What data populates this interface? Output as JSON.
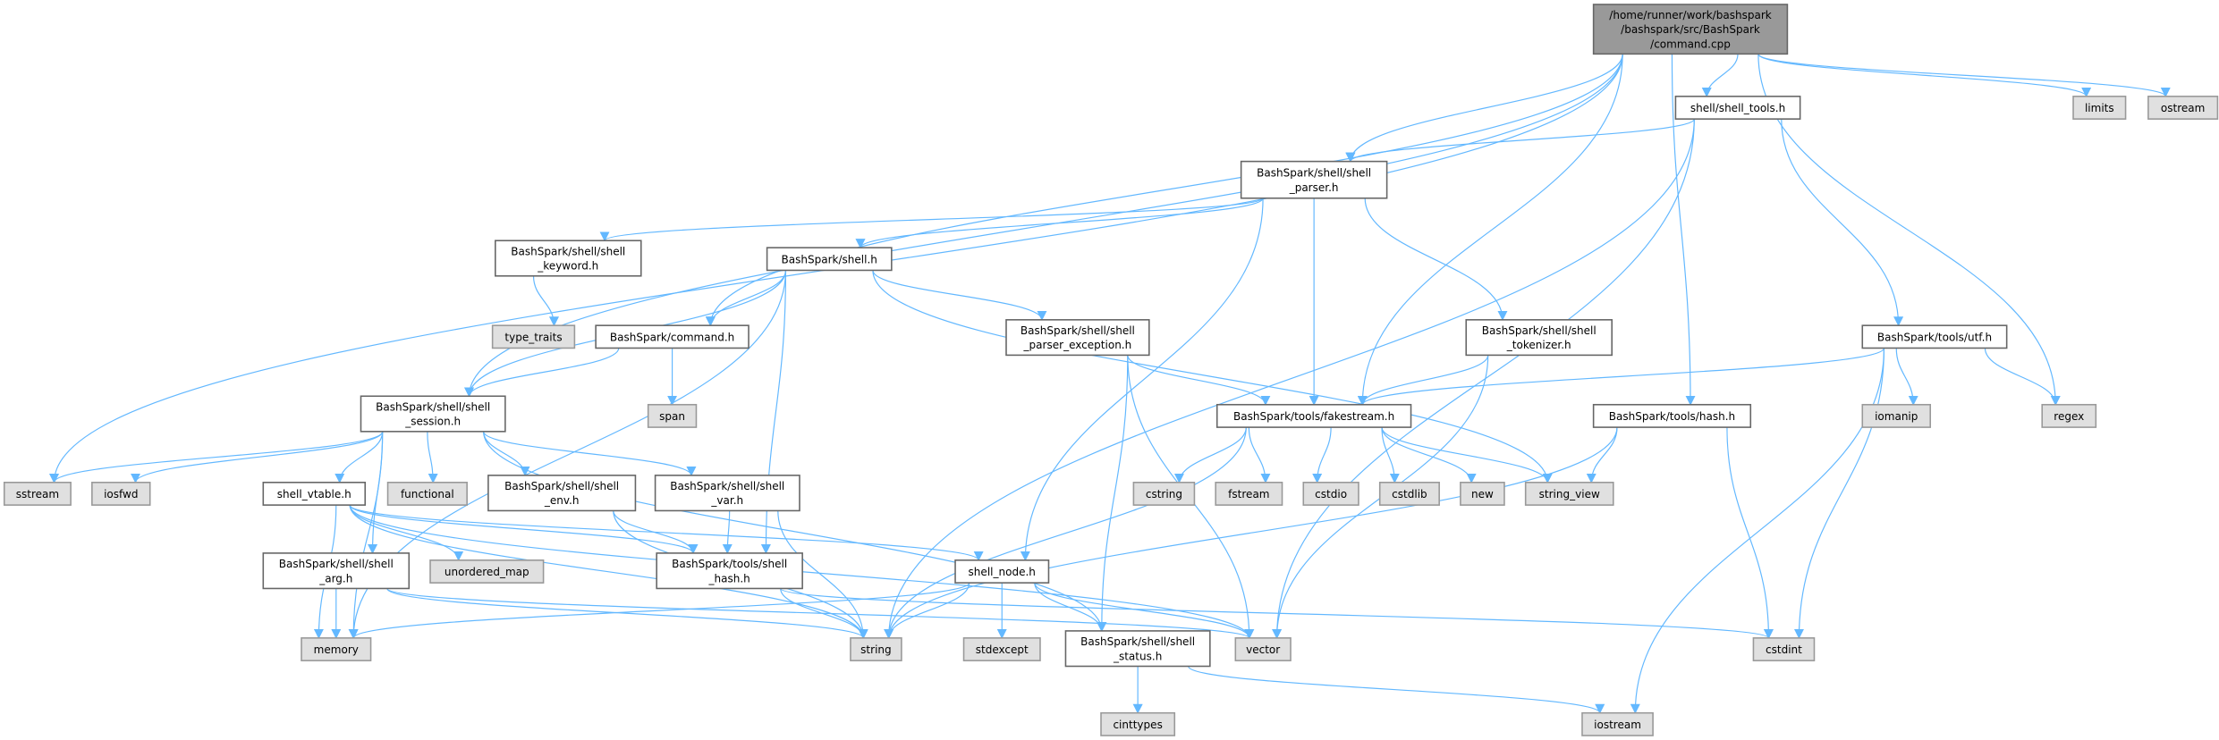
{
  "title": "Include dependency graph for command.cpp",
  "colors": {
    "edge": "#63b8ff",
    "root_fill": "#999999",
    "external_fill": "#e0e0e0",
    "internal_fill": "#ffffff"
  },
  "nodes": [
    {
      "id": "root",
      "kind": "root",
      "lines": [
        "/home/runner/work/bashspark",
        "/bashspark/src/BashSpark",
        "/command.cpp"
      ]
    },
    {
      "id": "limits",
      "kind": "external",
      "lines": [
        "limits"
      ]
    },
    {
      "id": "ostream",
      "kind": "external",
      "lines": [
        "ostream"
      ]
    },
    {
      "id": "shell_tools",
      "kind": "internal",
      "lines": [
        "shell/shell_tools.h"
      ]
    },
    {
      "id": "parser",
      "kind": "internal",
      "lines": [
        "BashSpark/shell/shell",
        "_parser.h"
      ]
    },
    {
      "id": "keyword",
      "kind": "internal",
      "lines": [
        "BashSpark/shell/shell",
        "_keyword.h"
      ]
    },
    {
      "id": "shell_h",
      "kind": "internal",
      "lines": [
        "BashSpark/shell.h"
      ]
    },
    {
      "id": "type_traits",
      "kind": "external",
      "lines": [
        "type_traits"
      ]
    },
    {
      "id": "command_h",
      "kind": "internal",
      "lines": [
        "BashSpark/command.h"
      ]
    },
    {
      "id": "parser_exc",
      "kind": "internal",
      "lines": [
        "BashSpark/shell/shell",
        "_parser_exception.h"
      ]
    },
    {
      "id": "tokenizer",
      "kind": "internal",
      "lines": [
        "BashSpark/shell/shell",
        "_tokenizer.h"
      ]
    },
    {
      "id": "utf",
      "kind": "internal",
      "lines": [
        "BashSpark/tools/utf.h"
      ]
    },
    {
      "id": "session",
      "kind": "internal",
      "lines": [
        "BashSpark/shell/shell",
        "_session.h"
      ]
    },
    {
      "id": "span",
      "kind": "external",
      "lines": [
        "span"
      ]
    },
    {
      "id": "fakestream",
      "kind": "internal",
      "lines": [
        "BashSpark/tools/fakestream.h"
      ]
    },
    {
      "id": "hash",
      "kind": "internal",
      "lines": [
        "BashSpark/tools/hash.h"
      ]
    },
    {
      "id": "iomanip",
      "kind": "external",
      "lines": [
        "iomanip"
      ]
    },
    {
      "id": "regex",
      "kind": "external",
      "lines": [
        "regex"
      ]
    },
    {
      "id": "sstream",
      "kind": "external",
      "lines": [
        "sstream"
      ]
    },
    {
      "id": "iosfwd",
      "kind": "external",
      "lines": [
        "iosfwd"
      ]
    },
    {
      "id": "vtable",
      "kind": "internal",
      "lines": [
        "shell_vtable.h"
      ]
    },
    {
      "id": "functional",
      "kind": "external",
      "lines": [
        "functional"
      ]
    },
    {
      "id": "env",
      "kind": "internal",
      "lines": [
        "BashSpark/shell/shell",
        "_env.h"
      ]
    },
    {
      "id": "var",
      "kind": "internal",
      "lines": [
        "BashSpark/shell/shell",
        "_var.h"
      ]
    },
    {
      "id": "cstring",
      "kind": "external",
      "lines": [
        "cstring"
      ]
    },
    {
      "id": "fstream",
      "kind": "external",
      "lines": [
        "fstream"
      ]
    },
    {
      "id": "cstdio",
      "kind": "external",
      "lines": [
        "cstdio"
      ]
    },
    {
      "id": "cstdlib",
      "kind": "external",
      "lines": [
        "cstdlib"
      ]
    },
    {
      "id": "new",
      "kind": "external",
      "lines": [
        "new"
      ]
    },
    {
      "id": "string_view",
      "kind": "external",
      "lines": [
        "string_view"
      ]
    },
    {
      "id": "arg",
      "kind": "internal",
      "lines": [
        "BashSpark/shell/shell",
        "_arg.h"
      ]
    },
    {
      "id": "unordered_map",
      "kind": "external",
      "lines": [
        "unordered_map"
      ]
    },
    {
      "id": "shell_hash",
      "kind": "internal",
      "lines": [
        "BashSpark/tools/shell",
        "_hash.h"
      ]
    },
    {
      "id": "shell_node",
      "kind": "internal",
      "lines": [
        "shell_node.h"
      ]
    },
    {
      "id": "memory",
      "kind": "external",
      "lines": [
        "memory"
      ]
    },
    {
      "id": "string",
      "kind": "external",
      "lines": [
        "string"
      ]
    },
    {
      "id": "stdexcept",
      "kind": "external",
      "lines": [
        "stdexcept"
      ]
    },
    {
      "id": "status",
      "kind": "internal",
      "lines": [
        "BashSpark/shell/shell",
        "_status.h"
      ]
    },
    {
      "id": "vector",
      "kind": "external",
      "lines": [
        "vector"
      ]
    },
    {
      "id": "cstdint",
      "kind": "external",
      "lines": [
        "cstdint"
      ]
    },
    {
      "id": "cinttypes",
      "kind": "external",
      "lines": [
        "cinttypes"
      ]
    },
    {
      "id": "iostream",
      "kind": "external",
      "lines": [
        "iostream"
      ]
    }
  ],
  "edges": [
    [
      "root",
      "sstream"
    ],
    [
      "root",
      "session"
    ],
    [
      "root",
      "command_h"
    ],
    [
      "root",
      "parser"
    ],
    [
      "root",
      "fakestream"
    ],
    [
      "root",
      "shell_tools"
    ],
    [
      "root",
      "hash"
    ],
    [
      "root",
      "limits"
    ],
    [
      "root",
      "ostream"
    ],
    [
      "root",
      "regex"
    ],
    [
      "shell_tools",
      "parser"
    ],
    [
      "shell_tools",
      "string"
    ],
    [
      "shell_tools",
      "vector"
    ],
    [
      "shell_tools",
      "utf"
    ],
    [
      "parser",
      "keyword"
    ],
    [
      "parser",
      "shell_h"
    ],
    [
      "parser",
      "shell_node"
    ],
    [
      "parser",
      "fakestream"
    ],
    [
      "parser",
      "tokenizer"
    ],
    [
      "keyword",
      "type_traits"
    ],
    [
      "shell_h",
      "command_h"
    ],
    [
      "shell_h",
      "session"
    ],
    [
      "shell_h",
      "shell_hash"
    ],
    [
      "shell_h",
      "memory"
    ],
    [
      "shell_h",
      "parser_exc"
    ],
    [
      "shell_h",
      "string_view"
    ],
    [
      "command_h",
      "session"
    ],
    [
      "command_h",
      "span"
    ],
    [
      "parser_exc",
      "fakestream"
    ],
    [
      "parser_exc",
      "status"
    ],
    [
      "parser_exc",
      "vector"
    ],
    [
      "tokenizer",
      "fakestream"
    ],
    [
      "tokenizer",
      "vector"
    ],
    [
      "utf",
      "fakestream"
    ],
    [
      "utf",
      "iomanip"
    ],
    [
      "utf",
      "regex"
    ],
    [
      "utf",
      "cstdint"
    ],
    [
      "utf",
      "iostream"
    ],
    [
      "hash",
      "string_view"
    ],
    [
      "hash",
      "string"
    ],
    [
      "hash",
      "cstdint"
    ],
    [
      "fakestream",
      "string"
    ],
    [
      "fakestream",
      "cstring"
    ],
    [
      "fakestream",
      "fstream"
    ],
    [
      "fakestream",
      "cstdio"
    ],
    [
      "fakestream",
      "cstdlib"
    ],
    [
      "fakestream",
      "new"
    ],
    [
      "fakestream",
      "string_view"
    ],
    [
      "session",
      "sstream"
    ],
    [
      "session",
      "iosfwd"
    ],
    [
      "session",
      "vtable"
    ],
    [
      "session",
      "functional"
    ],
    [
      "session",
      "env"
    ],
    [
      "session",
      "var"
    ],
    [
      "session",
      "arg"
    ],
    [
      "session",
      "memory"
    ],
    [
      "session",
      "status"
    ],
    [
      "vtable",
      "memory"
    ],
    [
      "vtable",
      "unordered_map"
    ],
    [
      "vtable",
      "shell_hash"
    ],
    [
      "vtable",
      "shell_node"
    ],
    [
      "vtable",
      "string"
    ],
    [
      "vtable",
      "vector"
    ],
    [
      "env",
      "shell_hash"
    ],
    [
      "env",
      "string"
    ],
    [
      "var",
      "shell_hash"
    ],
    [
      "var",
      "string"
    ],
    [
      "shell_hash",
      "string"
    ],
    [
      "shell_hash",
      "cstdint"
    ],
    [
      "arg",
      "memory"
    ],
    [
      "arg",
      "string"
    ],
    [
      "arg",
      "vector"
    ],
    [
      "shell_node",
      "memory"
    ],
    [
      "shell_node",
      "string"
    ],
    [
      "shell_node",
      "stdexcept"
    ],
    [
      "shell_node",
      "vector"
    ],
    [
      "shell_node",
      "status"
    ],
    [
      "status",
      "cinttypes"
    ],
    [
      "status",
      "iostream"
    ]
  ]
}
